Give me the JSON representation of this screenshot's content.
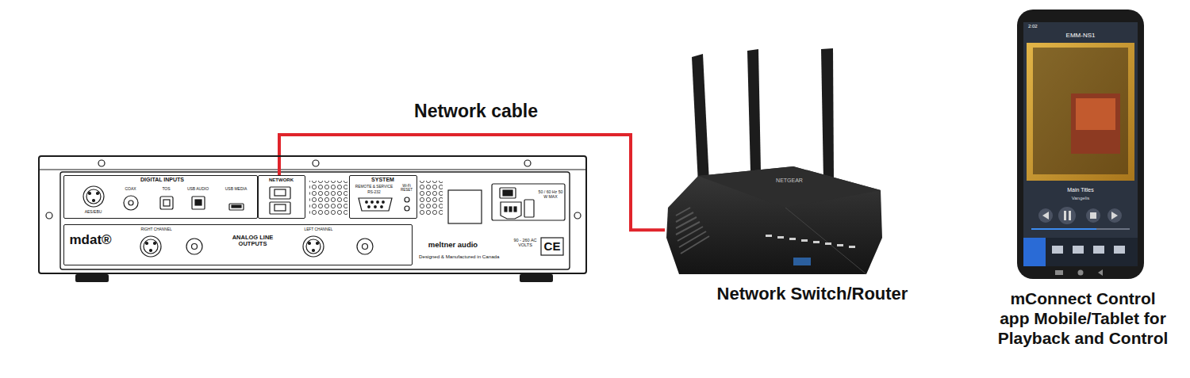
{
  "diagram": {
    "nodes": [
      {
        "text": [
          "meltner audio",
          "Designed & Manufactured in Canada",
          "90 - 260 AC VOLTS",
          "CE",
          "50 / 60 Hz 50 W MAX"
        ]
      },
      {
        "text": [
          "DIGITAL INPUTS",
          "AES/EBU",
          "COAX",
          "TOS",
          "USB AUDIO",
          "USB MEDIA"
        ],
        "in": 0
      },
      {
        "text": [
          "NETWORK"
        ],
        "in": 0
      },
      {
        "text": [
          "SYSTEM",
          "REMOTE & SERVICE",
          "RS-232",
          "Wi-Fi RESET"
        ],
        "in": 0
      },
      {
        "text": [
          "mdat®",
          "RIGHT CHANNEL",
          "ANALOG LINE OUTPUTS",
          "LEFT CHANNEL"
        ],
        "in": 0
      },
      {
        "text": [
          "NETGEAR",
          "Network Switch/Router"
        ]
      },
      {
        "text": [
          "2:02",
          "EMM-NS1",
          "Main Titles",
          "Vangelis",
          "mConnect Control app Mobile/Tablet for Playback and Control"
        ]
      }
    ],
    "edges": [
      {
        "from": 2,
        "to": 5,
        "label": "Network cable",
        "arrow": "none"
      }
    ]
  }
}
